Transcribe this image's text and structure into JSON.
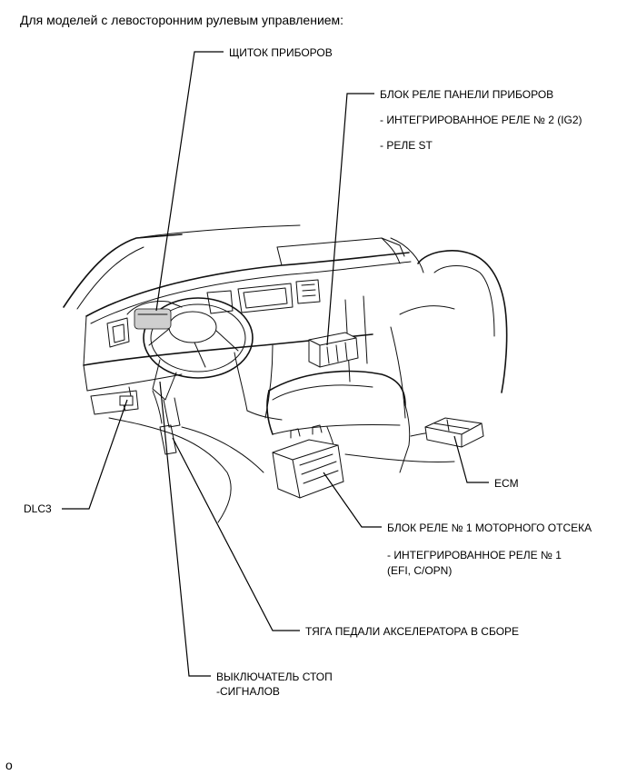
{
  "heading": "Для моделей с левосторонним рулевым управлением:",
  "labels": {
    "combination_meter": "ЩИТОК ПРИБОРОВ",
    "ip_relay_block": "БЛОК РЕЛЕ ПАНЕЛИ ПРИБОРОВ",
    "ip_relay_ig2": "- ИНТЕГРИРОВАННОЕ РЕЛЕ № 2 (IG2)",
    "ip_relay_st": "- РЕЛЕ ST",
    "ecm": "ECM",
    "dlc3": "DLC3",
    "engine_relay_block": "БЛОК РЕЛЕ № 1 МОТОРНОГО ОТСЕКА",
    "engine_relay_integrated": "- ИНТЕГРИРОВАННОЕ РЕЛЕ № 1",
    "engine_relay_integrated_detail": "(EFI, C/OPN)",
    "accel_pedal": "ТЯГА ПЕДАЛИ АКСЕЛЕРАТОРА В СБОРЕ",
    "stop_switch_line1": "ВЫКЛЮЧАТЕЛЬ СТОП",
    "stop_switch_line2": "-СИГНАЛОВ"
  },
  "footer": "o"
}
